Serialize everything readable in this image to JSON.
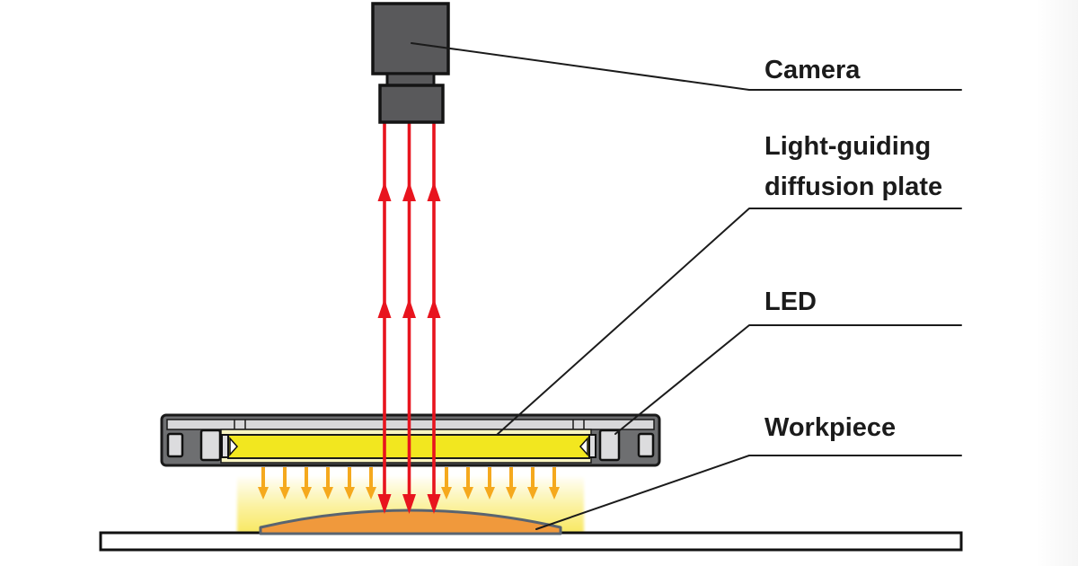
{
  "labels": {
    "camera": "Camera",
    "diffusion_plate_line1": "Light-guiding",
    "diffusion_plate_line2": "diffusion plate",
    "led": "LED",
    "workpiece": "Workpiece"
  },
  "colors": {
    "background": "#ffffff",
    "camera_body": "#59595b",
    "panel_housing": "#6e6f71",
    "panel_top_strip": "#d8d8da",
    "diffusion_plate_pale": "#f9f5c1",
    "diffusion_plate_bright": "#f2e71f",
    "led_chip": "#dcdcde",
    "glow_top": "#fffef6",
    "glow_bottom": "#f8e75f",
    "ray_red": "#e8141e",
    "arrow_orange": "#f5a91d",
    "workpiece_fill": "#f0993c",
    "workpiece_outline": "#5a6470",
    "leader_line": "#1b1b1b",
    "table_fill": "#ffffff"
  },
  "elements": {
    "red_ray_count": 3,
    "orange_arrow_count": 12
  }
}
